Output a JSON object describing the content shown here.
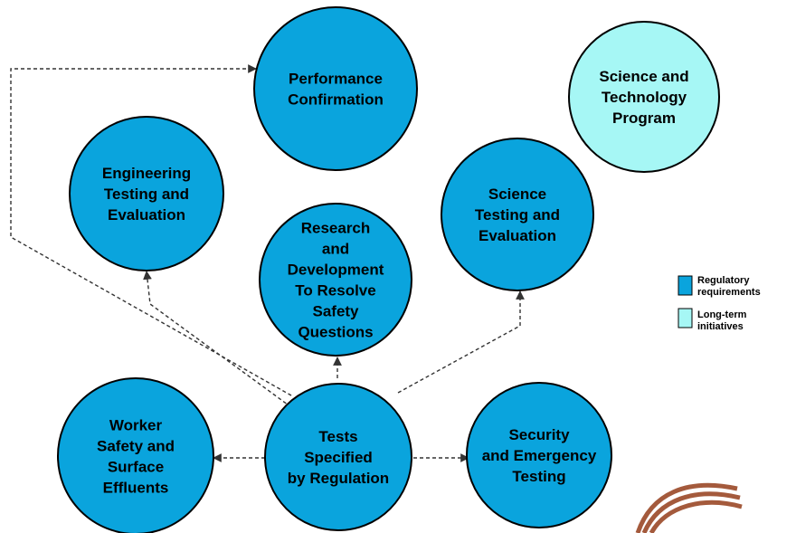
{
  "colors": {
    "regulatory": "#0aa4dd",
    "longterm": "#a6f7f5",
    "outline": "#000000",
    "connector": "#333333",
    "decor_brown": "#a45a3c"
  },
  "nodes": {
    "performance": {
      "lines": [
        "Performance",
        "Confirmation"
      ],
      "kind": "regulatory"
    },
    "science_tech": {
      "lines": [
        "Science and",
        "Technology",
        "Program"
      ],
      "kind": "longterm"
    },
    "engineering": {
      "lines": [
        "Engineering",
        "Testing and",
        "Evaluation"
      ],
      "kind": "regulatory"
    },
    "science_testing": {
      "lines": [
        "Science",
        "Testing and",
        "Evaluation"
      ],
      "kind": "regulatory"
    },
    "research": {
      "lines": [
        "Research",
        "and",
        "Development",
        "To Resolve",
        "Safety",
        "Questions"
      ],
      "kind": "regulatory"
    },
    "worker": {
      "lines": [
        "Worker",
        "Safety and",
        "Surface",
        "Effluents"
      ],
      "kind": "regulatory"
    },
    "tests": {
      "lines": [
        "Tests",
        "Specified",
        "by Regulation"
      ],
      "kind": "regulatory"
    },
    "security": {
      "lines": [
        "Security",
        "and Emergency",
        "Testing"
      ],
      "kind": "regulatory"
    }
  },
  "legend": {
    "regulatory": [
      "Regulatory",
      "requirements"
    ],
    "longterm": [
      "Long-term",
      "initiatives"
    ]
  }
}
